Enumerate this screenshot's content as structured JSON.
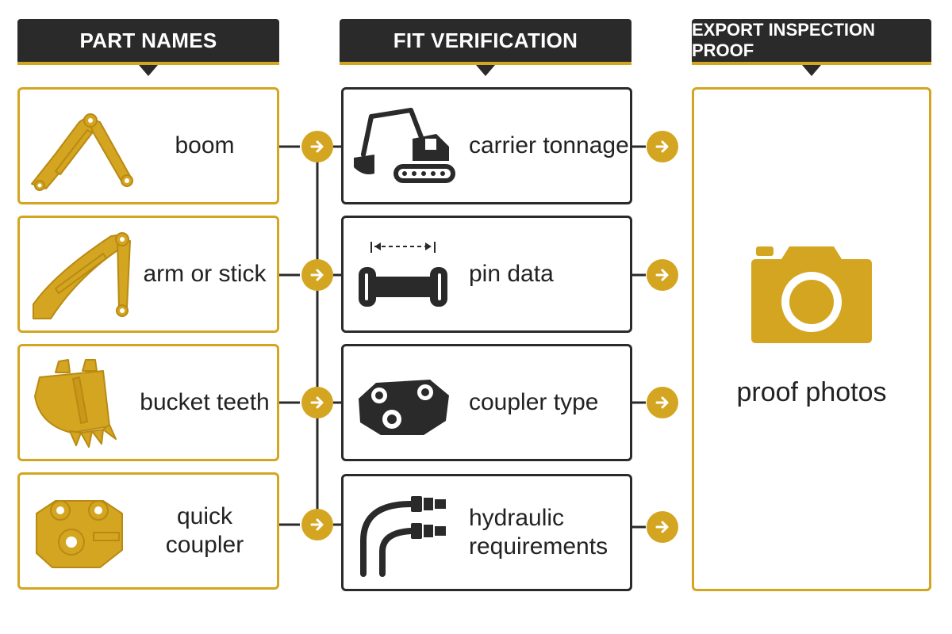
{
  "columns": {
    "parts": "PART NAMES",
    "fit": "FIT VERIFICATION",
    "export": "EXPORT INSPECTION PROOF"
  },
  "parts": [
    {
      "label": "boom",
      "icon": "boom-icon"
    },
    {
      "label": "arm or stick",
      "icon": "arm-icon"
    },
    {
      "label": "bucket teeth",
      "icon": "bucket-icon"
    },
    {
      "label": "quick coupler",
      "icon": "quick-coupler-icon"
    }
  ],
  "fit": [
    {
      "label": "carrier tonnage",
      "icon": "excavator-icon"
    },
    {
      "label": "pin data",
      "icon": "pin-icon"
    },
    {
      "label": "coupler type",
      "icon": "coupler-icon"
    },
    {
      "label": "hydraulic requirements",
      "label_line1": "hydraulic",
      "label_line2": "requirements",
      "icon": "hydraulic-hose-icon"
    }
  ],
  "proof": {
    "label": "proof photos",
    "icon": "camera-icon"
  },
  "colors": {
    "accent": "#d4a520",
    "dark": "#2a2a2a",
    "background": "#ffffff"
  }
}
